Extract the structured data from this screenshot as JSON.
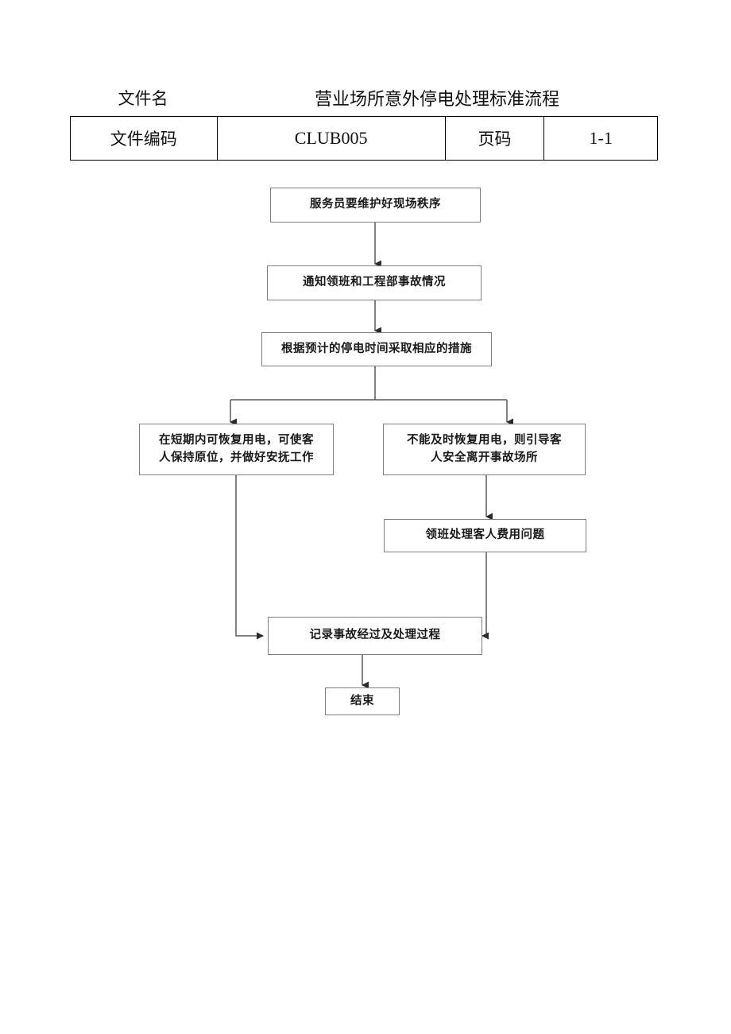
{
  "document": {
    "header": {
      "row1": {
        "label": "文件名",
        "title": "营业场所意外停电处理标准流程"
      },
      "row2": {
        "code_label": "文件编码",
        "code_value": "CLUB005",
        "page_label": "页码",
        "page_value": "1-1"
      }
    },
    "flowchart": {
      "title": "营业场所意外停电处理标准流程",
      "nodes": [
        {
          "id": "n1",
          "text": "服务员要维护好现场秩序"
        },
        {
          "id": "n2",
          "text": "通知领班和工程部事故情况"
        },
        {
          "id": "n3",
          "text": "根据预计的停电时间采取相应的措施"
        },
        {
          "id": "n4a",
          "line1": "在短期内可恢复用电，可使客",
          "line2": "人保持原位，并做好安抚工作"
        },
        {
          "id": "n4b",
          "line1": "不能及时恢复用电，则引导客",
          "line2": "人安全离开事故场所"
        },
        {
          "id": "n5",
          "text": "领班处理客人费用问题"
        },
        {
          "id": "n6",
          "text": "记录事故经过及处理过程"
        },
        {
          "id": "n7",
          "text": "结束"
        }
      ],
      "colors": {
        "node_border": "#808080",
        "node_fill": "#ffffff",
        "connector": "#595959",
        "text": "#1a1a1a",
        "table_border": "#000000"
      }
    }
  }
}
